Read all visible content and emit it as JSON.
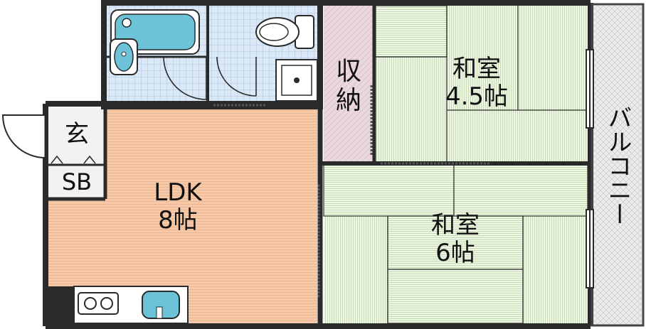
{
  "rooms": {
    "ldk": {
      "name": "LDK",
      "size": "8帖"
    },
    "washitsu_small": {
      "name": "和室",
      "size": "4.5帖"
    },
    "washitsu_large": {
      "name": "和室",
      "size": "6帖"
    },
    "storage": {
      "char1": "収",
      "char2": "納"
    },
    "entrance": {
      "label": "玄"
    },
    "shoebox": {
      "label": "SB"
    },
    "balcony": {
      "label": "バルコニー"
    }
  },
  "colors": {
    "wall": "#2a2a2a",
    "flooring": "#f7c9a8",
    "tatami": "#e8f2dc",
    "tatami_line": "#9ab98a",
    "tile": "#dbe9f7",
    "tile_line": "#a9c3e4",
    "storage": "#ead8dc",
    "balcony": "#e6e6e6",
    "fixture_blue": "#6cc3d8"
  },
  "icons": [
    "bathtub-icon",
    "toilet-icon",
    "sink-icon",
    "stove-icon",
    "washer-pan-icon",
    "door-swing-icon"
  ]
}
